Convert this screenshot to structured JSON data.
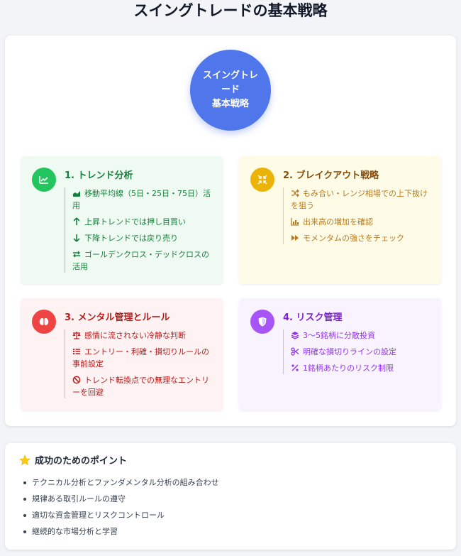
{
  "page_title": "スイングトレードの基本戦略",
  "center": {
    "line1": "スイングトレード",
    "line2": "基本戦略"
  },
  "cards": [
    {
      "title": "1. トレンド分析",
      "color": "#22c55e",
      "icon": "chart-line-icon",
      "items": [
        {
          "icon": "chart-area-icon",
          "text": "移動平均線（5日・25日・75日）活用"
        },
        {
          "icon": "arrow-up-icon",
          "text": "上昇トレンドでは押し目買い"
        },
        {
          "icon": "arrow-down-icon",
          "text": "下降トレンドでは戻り売り"
        },
        {
          "icon": "exchange-icon",
          "text": "ゴールデンクロス・デッドクロスの活用"
        }
      ]
    },
    {
      "title": "2. ブレイクアウト戦略",
      "color": "#eab308",
      "icon": "compress-icon",
      "items": [
        {
          "icon": "random-icon",
          "text": "もみ合い・レンジ相場での上下抜けを狙う"
        },
        {
          "icon": "volume-chart-icon",
          "text": "出来高の増加を確認"
        },
        {
          "icon": "fast-forward-icon",
          "text": "モメンタムの強さをチェック"
        }
      ]
    },
    {
      "title": "3. メンタル管理とルール",
      "color": "#ef4444",
      "icon": "brain-icon",
      "items": [
        {
          "icon": "balance-scale-icon",
          "text": "感情に流されない冷静な判断"
        },
        {
          "icon": "list-icon",
          "text": "エントリー・利確・損切りルールの事前設定"
        },
        {
          "icon": "ban-icon",
          "text": "トレンド転換点での無理なエントリーを回避"
        }
      ]
    },
    {
      "title": "4. リスク管理",
      "color": "#a855f7",
      "icon": "shield-icon",
      "items": [
        {
          "icon": "layers-icon",
          "text": "3〜5銘柄に分散投資"
        },
        {
          "icon": "scissors-icon",
          "text": "明確な損切りラインの設定"
        },
        {
          "icon": "percent-icon",
          "text": "1銘柄あたりのリスク制限"
        }
      ]
    }
  ],
  "points": {
    "title": "成功のためのポイント",
    "icon": "star-icon",
    "items": [
      "テクニカル分析とファンダメンタル分析の組み合わせ",
      "規律ある取引ルールの遵守",
      "適切な資金管理とリスクコントロール",
      "継続的な市場分析と学習"
    ]
  }
}
